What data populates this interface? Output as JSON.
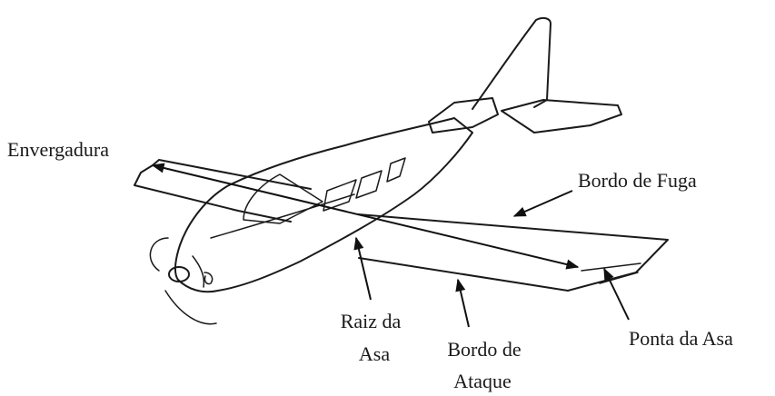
{
  "labels": {
    "span": "Envergadura",
    "trailing_edge": "Bordo de Fuga",
    "wing_root_line1": "Raiz da",
    "wing_root_line2": "Asa",
    "leading_edge_line1": "Bordo de",
    "leading_edge_line2": "Ataque",
    "wing_tip": "Ponta da Asa"
  }
}
